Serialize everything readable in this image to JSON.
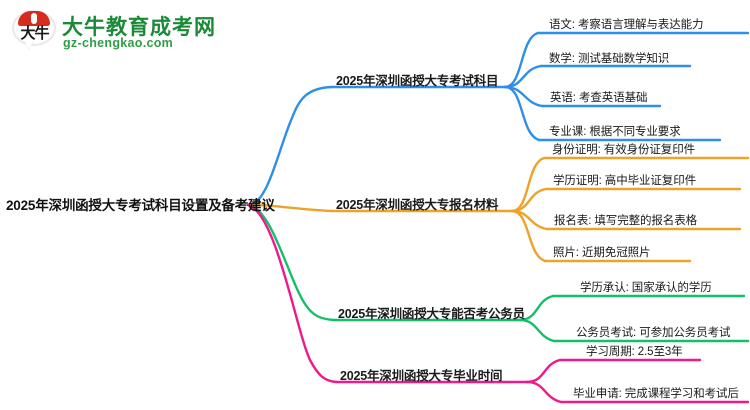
{
  "logo": {
    "mark_text": "大牛",
    "title": "大牛教育成考网",
    "subtitle": "gz-chengkao.com",
    "title_color": "#1a8a38"
  },
  "mindmap": {
    "root": {
      "label": "2025年深圳函授大专考试科目设置及备考建议"
    },
    "branches": [
      {
        "label": "2025年深圳函授大专考试科目",
        "color": "#2e8fe8",
        "children": [
          {
            "label": "语文: 考察语言理解与表达能力"
          },
          {
            "label": "数学: 测试基础数学知识"
          },
          {
            "label": "英语: 考查英语基础"
          },
          {
            "label": "专业课: 根据不同专业要求"
          }
        ]
      },
      {
        "label": "2025年深圳函授大专报名材料",
        "color": "#eda22a",
        "children": [
          {
            "label": "身份证明: 有效身份证复印件"
          },
          {
            "label": "学历证明: 高中毕业证复印件"
          },
          {
            "label": "报名表: 填写完整的报名表格"
          },
          {
            "label": "照片: 近期免冠照片"
          }
        ]
      },
      {
        "label": "2025年深圳函授大专能否考公务员",
        "color": "#12c06a",
        "children": [
          {
            "label": "学历承认: 国家承认的学历"
          },
          {
            "label": "公务员考试: 可参加公务员考试"
          }
        ]
      },
      {
        "label": "2025年深圳函授大专毕业时间",
        "color": "#ee1a8c",
        "children": [
          {
            "label": "学习周期: 2.5至3年"
          },
          {
            "label": "毕业申请: 完成课程学习和考试后"
          }
        ]
      }
    ]
  }
}
